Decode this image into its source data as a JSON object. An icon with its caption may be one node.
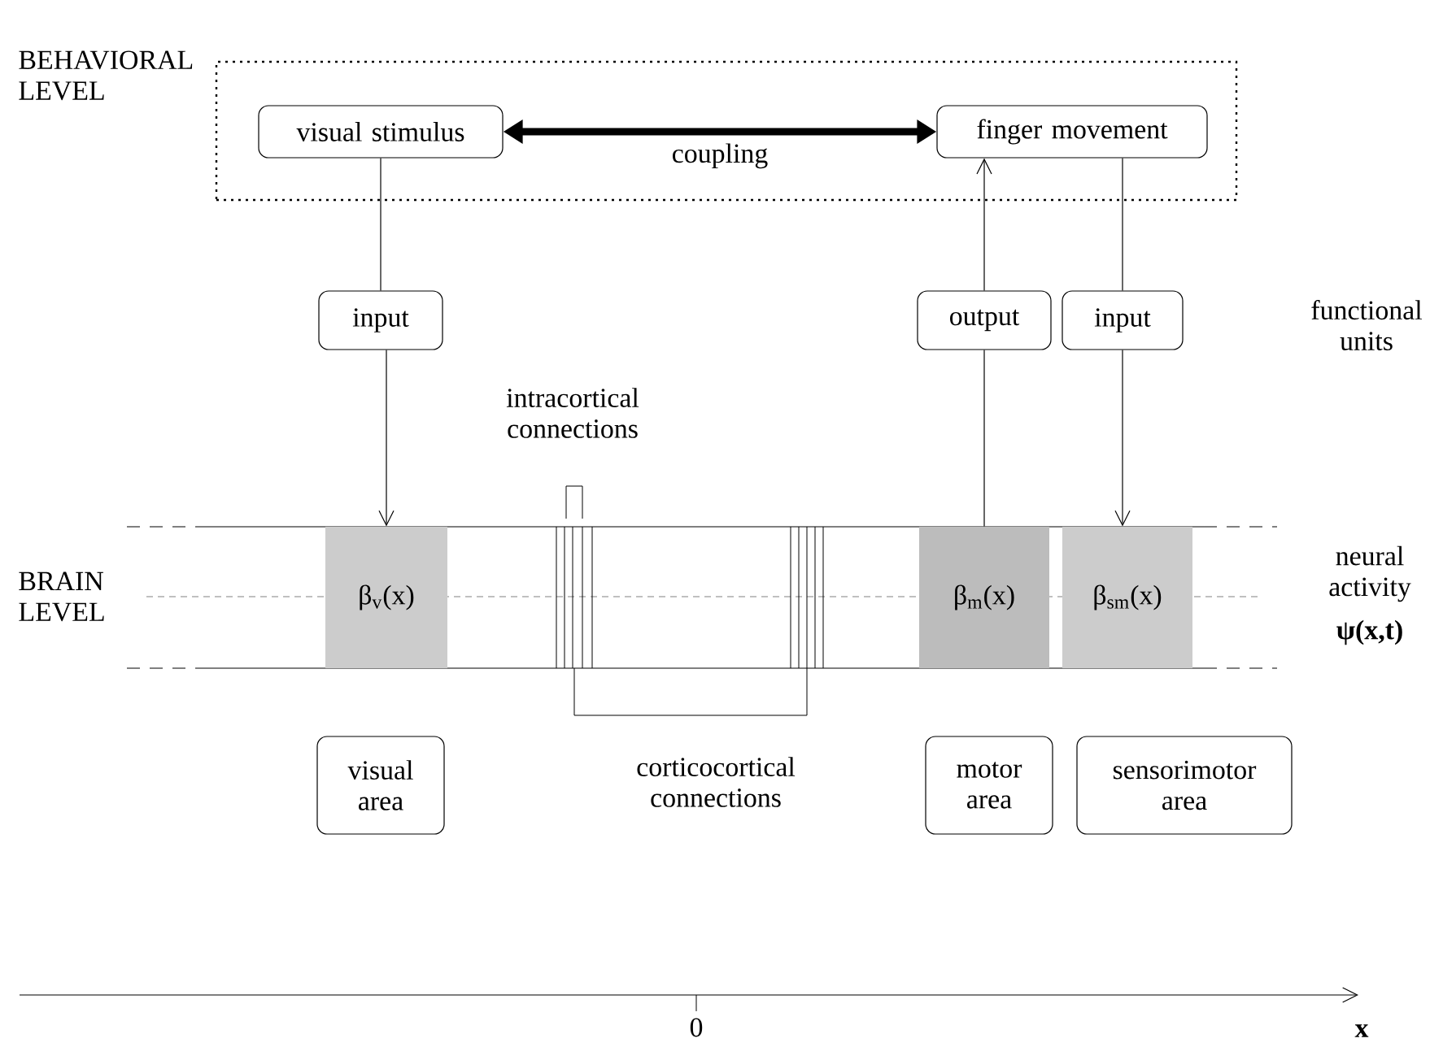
{
  "diagram": {
    "nodes": [
      {
        "text": [],
        "shape": "box"
      },
      {
        "text": [
          "visual stimulus"
        ],
        "in": 0
      },
      {
        "text": [
          "finger movement"
        ],
        "in": 0
      },
      {
        "text": [
          "input"
        ]
      },
      {
        "text": [
          "output"
        ]
      },
      {
        "text": [
          "input"
        ]
      },
      {
        "text": [
          "β$_{v}$(x)"
        ]
      },
      {
        "text": [
          "β$_{m}$(x)"
        ]
      },
      {
        "text": [
          "β$_{sm}$(x)"
        ]
      },
      {
        "text": [
          "visual area"
        ]
      },
      {
        "text": [
          "motor area"
        ]
      },
      {
        "text": [
          "sensorimotor area"
        ]
      }
    ],
    "edges": [
      {
        "from": 1,
        "to": 2,
        "arrow": "both",
        "label": "coupling",
        "style": "thick"
      },
      {
        "from": 1,
        "to": 3,
        "arrow": "none"
      },
      {
        "from": 3,
        "to": 6,
        "arrow": "to"
      },
      {
        "from": 7,
        "to": 4,
        "arrow": "none"
      },
      {
        "from": 4,
        "to": 2,
        "arrow": "to"
      },
      {
        "from": 2,
        "to": 5,
        "arrow": "none"
      },
      {
        "from": 5,
        "to": 8,
        "arrow": "to"
      }
    ],
    "labels": [
      "BEHAVIORAL LEVEL",
      "functional units",
      "intracortical connections",
      "BRAIN LEVEL",
      "neural activity",
      "ψ(x,t)",
      "corticocortical connections",
      "0",
      "x"
    ]
  }
}
